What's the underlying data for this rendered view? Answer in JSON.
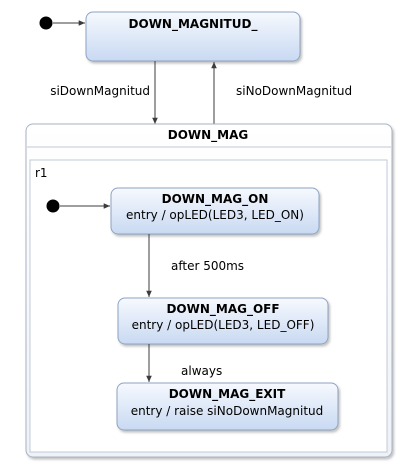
{
  "states": {
    "down_magnitud": {
      "name": "DOWN_MAGNITUD_"
    },
    "down_mag": {
      "name": "DOWN_MAG",
      "region": "r1"
    },
    "down_mag_on": {
      "name": "DOWN_MAG_ON",
      "action": "entry / opLED(LED3, LED_ON)"
    },
    "down_mag_off": {
      "name": "DOWN_MAG_OFF",
      "action": "entry / opLED(LED3, LED_OFF)"
    },
    "down_mag_exit": {
      "name": "DOWN_MAG_EXIT",
      "action": "entry / raise siNoDownMagnitud"
    }
  },
  "transitions": {
    "si_down": "siDownMagnitud",
    "si_no_down": "siNoDownMagnitud",
    "after": "after 500ms",
    "always": "always"
  },
  "colors": {
    "state_fill_top": "#f4f8fe",
    "state_fill_bottom": "#c9daf3",
    "state_stroke": "#8ea3c2",
    "composite_stroke": "#a9b3c2",
    "edge": "#3c3c3c"
  }
}
